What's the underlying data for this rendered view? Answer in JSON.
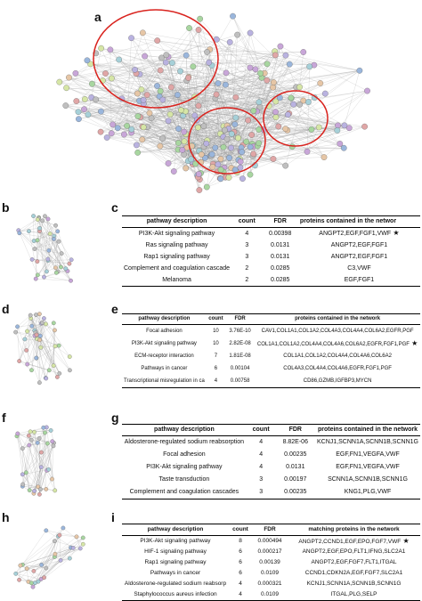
{
  "panels": {
    "a": "a",
    "b": "b",
    "c": "c",
    "d": "d",
    "e": "e",
    "f": "f",
    "g": "g",
    "h": "h",
    "i": "i"
  },
  "star_symbol": "★",
  "table_c": {
    "headers": [
      "pathway description",
      "count",
      "FDR",
      "proteins contained in the networ"
    ],
    "rows": [
      [
        "PI3K-Akt signaling pathway",
        "4",
        "0.00398",
        "ANGPT2,EGF,FGF1,VWF",
        true
      ],
      [
        "Ras signaling pathway",
        "3",
        "0.0131",
        "ANGPT2,EGF,FGF1",
        false
      ],
      [
        "Rap1 signaling pathway",
        "3",
        "0.0131",
        "ANGPT2,EGF,FGF1",
        false
      ],
      [
        "Complement and coagulation cascade",
        "2",
        "0.0285",
        "C3,VWF",
        false
      ],
      [
        "Melanoma",
        "2",
        "0.0285",
        "EGF,FGF1",
        false
      ]
    ]
  },
  "table_e": {
    "headers": [
      "pathway description",
      "count",
      "FDR",
      "proteins contained in the network"
    ],
    "rows": [
      [
        "Focal adhesion",
        "10",
        "3.76E-10",
        "CAV1,COL1A1,COL1A2,COL4A3,COL4A4,COL6A2,EGFR,PGF",
        false
      ],
      [
        "PI3K-Akt signaling pathway",
        "10",
        "2.82E-08",
        "COL1A1,COL1A2,COL4A4,COL4A6,COL6A2,EGFR,FGF1,PGF",
        true
      ],
      [
        "ECM-receptor interaction",
        "7",
        "1.81E-08",
        "COL1A1,COL1A2,COL4A4,COL4A6,COL6A2",
        false
      ],
      [
        "Pathways in cancer",
        "6",
        "0.00104",
        "COL4A3,COL4A4,COL4A6,EGFR,FGF1,PGF",
        false
      ],
      [
        "Transcriptional misregulation in ca",
        "4",
        "0.00758",
        "CD86,GZMB,IGFBP3,MYCN",
        false
      ]
    ]
  },
  "table_g": {
    "headers": [
      "pathway description",
      "count",
      "FDR",
      "proteins contained in the network"
    ],
    "rows": [
      [
        "Aldosterone-regulated sodium reabsorption",
        "4",
        "8.82E-06",
        "KCNJ1,SCNN1A,SCNN1B,SCNN1G",
        false
      ],
      [
        "Focal adhesion",
        "4",
        "0.00235",
        "EGF,FN1,VEGFA,VWF",
        false
      ],
      [
        "PI3K-Akt signaling pathway",
        "4",
        "0.0131",
        "EGF,FN1,VEGFA,VWF",
        false
      ],
      [
        "Taste transduction",
        "3",
        "0.00197",
        "SCNN1A,SCNN1B,SCNN1G",
        false
      ],
      [
        "Complement and coagulation cascades",
        "3",
        "0.00235",
        "KNG1,PLG,VWF",
        false
      ]
    ]
  },
  "table_i": {
    "headers": [
      "pathway description",
      "count",
      "FDR",
      "matching proteins in the network"
    ],
    "rows": [
      [
        "PI3K-Akt signaling pathway",
        "8",
        "0.000494",
        "ANGPT2,CCND1,EGF,EPO,FGF7,VWF",
        true
      ],
      [
        "HIF-1 signaling pathway",
        "6",
        "0.000217",
        "ANGPT2,EGF,EPO,FLT1,IFNG,SLC2A1",
        false
      ],
      [
        "Rap1 signaling pathway",
        "6",
        "0.00139",
        "ANGPT2,EGF,FGF7,FLT1,ITGAL",
        false
      ],
      [
        "Pathways in cancer",
        "6",
        "0.0109",
        "CCND1,CDKN2A,EGF,FGF7,SLC2A1",
        false
      ],
      [
        "Aldosterone-regulated sodium reabsorp",
        "4",
        "0.000321",
        "KCNJ1,SCNN1A,SCNN1B,SCNN1G",
        false
      ],
      [
        "Staphylococcus aureus infection",
        "4",
        "0.0109",
        "ITGAL,PLG,SELP",
        false
      ]
    ]
  },
  "colors": {
    "node_palette": [
      "#9ab6dc",
      "#b9b2e0",
      "#a8d6a0",
      "#e6c6a6",
      "#d6e6a6",
      "#c8a6d8",
      "#a6d0d8",
      "#e0a6a6",
      "#bfbfbf"
    ],
    "edge": "#9a9a9a",
    "cluster_circle": "#d9231e"
  }
}
